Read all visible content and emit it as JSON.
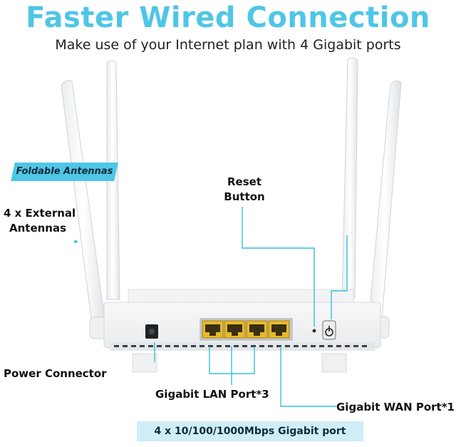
{
  "header": {
    "title": "Faster Wired Connection",
    "subtitle": "Make use of your Internet plan with 4 Gigabit ports"
  },
  "callouts": {
    "foldable": "Foldable Antennas",
    "antennas_line1": "4 x External",
    "antennas_line2": "Antennas",
    "reset_line1": "Reset",
    "reset_line2": "Button",
    "power": "Power Connector",
    "lan": "Gigabit LAN Port*3",
    "wan": "Gigabit WAN Port*1"
  },
  "footer": {
    "spec": "4 x 10/100/1000Mbps Gigabit port"
  },
  "colors": {
    "accent": "#4fc6e6",
    "line": "#33c1d8",
    "port": "#e7b92a",
    "router": "#f4f5f6"
  },
  "icons": [
    "router-image",
    "power-button-icon"
  ]
}
